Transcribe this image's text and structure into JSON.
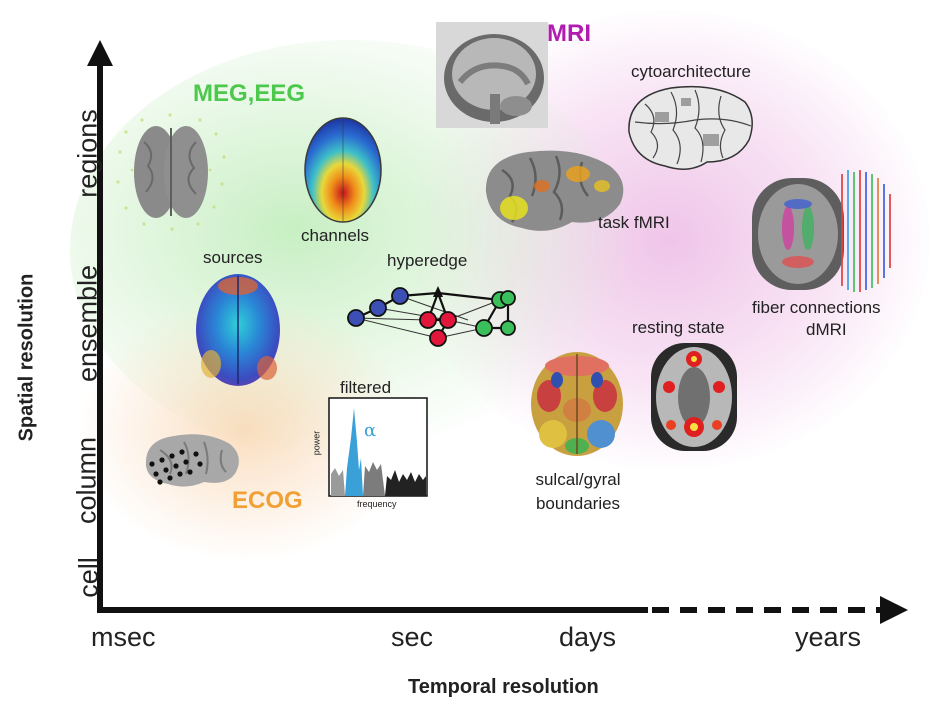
{
  "axes": {
    "y_title": "Spatial resolution",
    "x_title": "Temporal resolution",
    "y_ticks": [
      "cell",
      "column",
      "ensemble",
      "regions"
    ],
    "x_ticks": [
      "msec",
      "sec",
      "days",
      "years"
    ]
  },
  "modalities": {
    "meg_eeg": "MEG,EEG",
    "mri": "MRI",
    "ecog": "ECOG"
  },
  "items": {
    "channels": "channels",
    "sources": "sources",
    "hyperedge": "hyperedge",
    "filtered": "filtered",
    "alpha": "α",
    "power": "power",
    "frequency": "frequency",
    "cytoarchitecture": "cytoarchitecture",
    "task_fmri": "task fMRI",
    "fiber_connections": "fiber connections",
    "dmri": "dMRI",
    "resting_state": "resting state",
    "sulcal_gyral": "sulcal/gyral",
    "boundaries": "boundaries"
  },
  "colors": {
    "meg_eeg": "#4cc94c",
    "mri": "#b21bb0",
    "ecog": "#f0a035",
    "axis": "#111111",
    "node_blue": "#3b4fb5",
    "node_red": "#e0163a",
    "node_green": "#3bbf5a",
    "alpha_blue": "#3aa0d8"
  }
}
